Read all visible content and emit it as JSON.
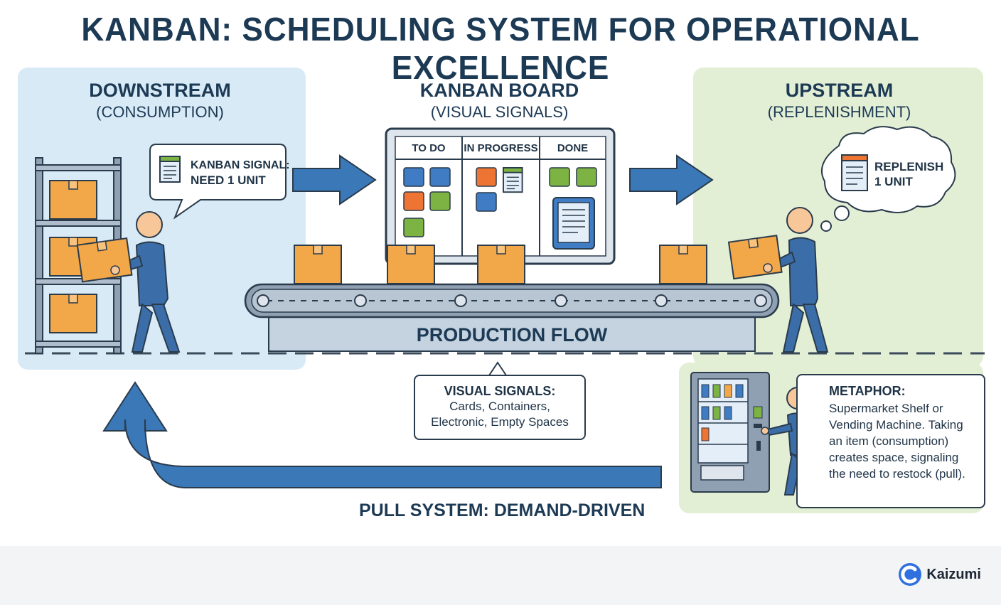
{
  "title": "KANBAN: SCHEDULING SYSTEM FOR OPERATIONAL EXCELLENCE",
  "downstream": {
    "title": "DOWNSTREAM",
    "subtitle": "(CONSUMPTION)",
    "signal_line1": "KANBAN SIGNAL:",
    "signal_line2": "NEED 1 UNIT"
  },
  "board": {
    "title": "KANBAN BOARD",
    "subtitle": "(VISUAL SIGNALS)",
    "columns": [
      "TO DO",
      "IN PROGRESS",
      "DONE"
    ]
  },
  "upstream": {
    "title": "UPSTREAM",
    "subtitle": "(REPLENISHMENT)",
    "thought_line1": "REPLENISH",
    "thought_line2": "1 UNIT"
  },
  "flow_label": "PRODUCTION FLOW",
  "callout": {
    "title": "VISUAL SIGNALS:",
    "line1": "Cards, Containers,",
    "line2": "Electronic, Empty Spaces"
  },
  "pull_label": "PULL SYSTEM: DEMAND-DRIVEN",
  "metaphor": {
    "title": "METAPHOR:",
    "body": "Supermarket Shelf or Vending Machine. Taking an item (consumption) creates space, signaling the need to restock (pull)."
  },
  "brand": "Kaizumi",
  "colors": {
    "navy": "#1d3a55",
    "person_blue": "#3b6ea8",
    "arrow_blue": "#3a78b8",
    "box_orange": "#f2a748",
    "downstream_bg": "#d8eaf6",
    "upstream_bg": "#e3efd5",
    "sticky_blue": "#3f7cc4",
    "sticky_orange": "#ee7433",
    "sticky_green": "#7cb342"
  },
  "icons": [
    "document-icon",
    "arrow-right-icon",
    "tablet-icon",
    "pull-arrow-icon",
    "brand-logo-icon"
  ]
}
